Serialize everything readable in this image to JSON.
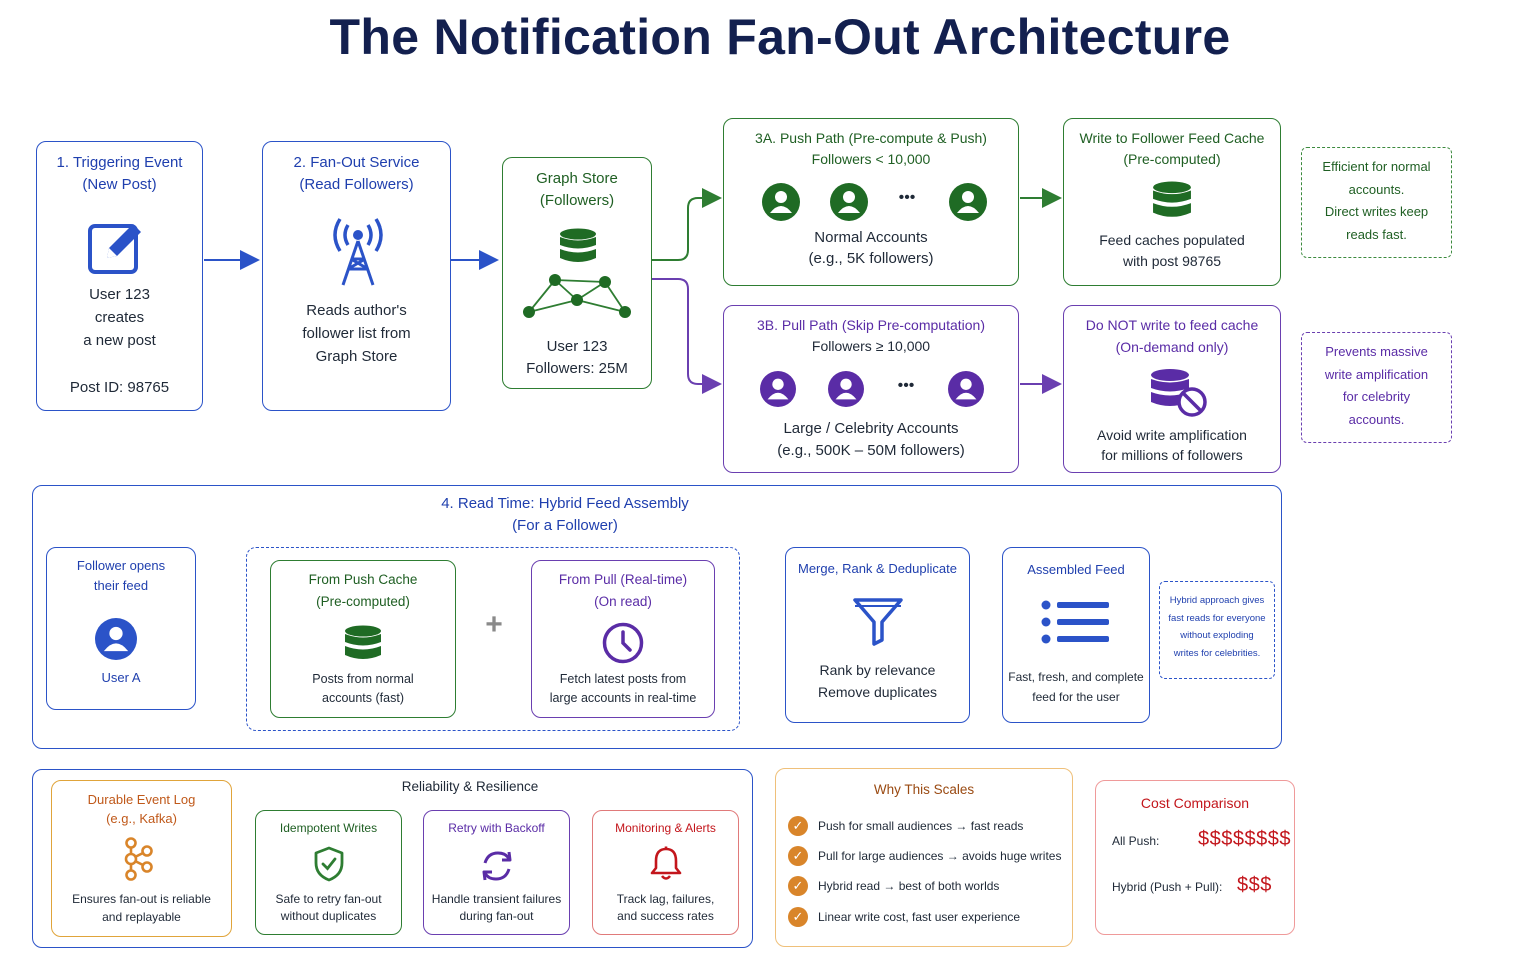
{
  "title": "The Notification Fan-Out Architecture",
  "colors": {
    "blue": "#2b53c8",
    "green": "#2e7d32",
    "purple": "#6a3fb0",
    "orange": "#d9852a",
    "red": "#c3161c",
    "navy": "#13204f"
  },
  "trigger": {
    "title1": "1. Triggering Event",
    "title2": "(New Post)",
    "icon": "edit-icon",
    "line1": "User 123",
    "line2": "creates",
    "line3": "a new post",
    "post_id": "Post ID: 98765"
  },
  "fanout": {
    "title1": "2. Fan-Out Service",
    "title2": "(Read Followers)",
    "icon": "antenna-icon",
    "line1": "Reads author's",
    "line2": "follower list from",
    "line3": "Graph Store"
  },
  "graph": {
    "title1": "Graph Store",
    "title2": "(Followers)",
    "icon": "database-icon",
    "line1": "User 123",
    "line2": "Followers: 25M"
  },
  "push": {
    "title1": "3A. Push Path (Pre-compute & Push)",
    "title2": "Followers < 10,000",
    "ellipsis": "•••",
    "line1": "Normal Accounts",
    "line2": "(e.g., 5K followers)"
  },
  "push_cache": {
    "title1": "Write to Follower Feed Cache",
    "title2": "(Pre-computed)",
    "line1": "Feed caches populated",
    "line2": "with post 98765"
  },
  "push_note": {
    "line1": "Efficient for normal",
    "line2": "accounts.",
    "line3": "Direct writes keep",
    "line4": "reads fast."
  },
  "pull": {
    "title1": "3B. Pull Path (Skip Pre-computation)",
    "title2": "Followers ≥ 10,000",
    "ellipsis": "•••",
    "line1": "Large / Celebrity Accounts",
    "line2": "(e.g., 500K – 50M followers)"
  },
  "pull_cache": {
    "title1": "Do NOT write to feed cache",
    "title2": "(On-demand only)",
    "line1": "Avoid write amplification",
    "line2": "for millions of followers"
  },
  "pull_note": {
    "line1": "Prevents massive",
    "line2": "write amplification",
    "line3": "for celebrity",
    "line4": "accounts."
  },
  "read": {
    "title1": "4. Read Time: Hybrid Feed Assembly",
    "title2": "(For a Follower)",
    "follower": {
      "title1": "Follower opens",
      "title2": "their feed",
      "label": "User A"
    },
    "push_cache": {
      "title1": "From Push Cache",
      "title2": "(Pre-computed)",
      "line1": "Posts from normal",
      "line2": "accounts (fast)"
    },
    "plus": "+",
    "pull_rt": {
      "title1": "From Pull (Real-time)",
      "title2": "(On read)",
      "line1": "Fetch latest posts from",
      "line2": "large accounts in real-time"
    },
    "merge": {
      "title1": "Merge, Rank & Deduplicate",
      "line1": "Rank by relevance",
      "line2": "Remove duplicates"
    },
    "assembled": {
      "title1": "Assembled Feed",
      "line1": "Fast, fresh, and complete",
      "line2": "feed for the user"
    },
    "note": {
      "line1": "Hybrid approach gives",
      "line2": "fast reads for everyone",
      "line3": "without exploding",
      "line4": "writes for celebrities."
    }
  },
  "reliability": {
    "title": "Reliability & Resilience",
    "log": {
      "title1": "Durable Event Log",
      "title2": "(e.g., Kafka)",
      "line1": "Ensures fan-out is reliable",
      "line2": "and replayable"
    },
    "idem": {
      "title1": "Idempotent Writes",
      "line1": "Safe to retry fan-out",
      "line2": "without duplicates"
    },
    "retry": {
      "title1": "Retry with Backoff",
      "line1": "Handle transient failures",
      "line2": "during fan-out"
    },
    "monitor": {
      "title1": "Monitoring & Alerts",
      "line1": "Track lag, failures,",
      "line2": "and success rates"
    }
  },
  "why": {
    "title": "Why This Scales",
    "items": [
      "Push for small audiences → fast reads",
      "Pull for large audiences → avoids huge writes",
      "Hybrid read → best of both worlds",
      "Linear write cost, fast user experience"
    ]
  },
  "cost": {
    "title": "Cost Comparison",
    "row1_label": "All Push:",
    "row1_value": "$$$$$$$$",
    "row2_label": "Hybrid (Push + Pull):",
    "row2_value": "$$$"
  }
}
